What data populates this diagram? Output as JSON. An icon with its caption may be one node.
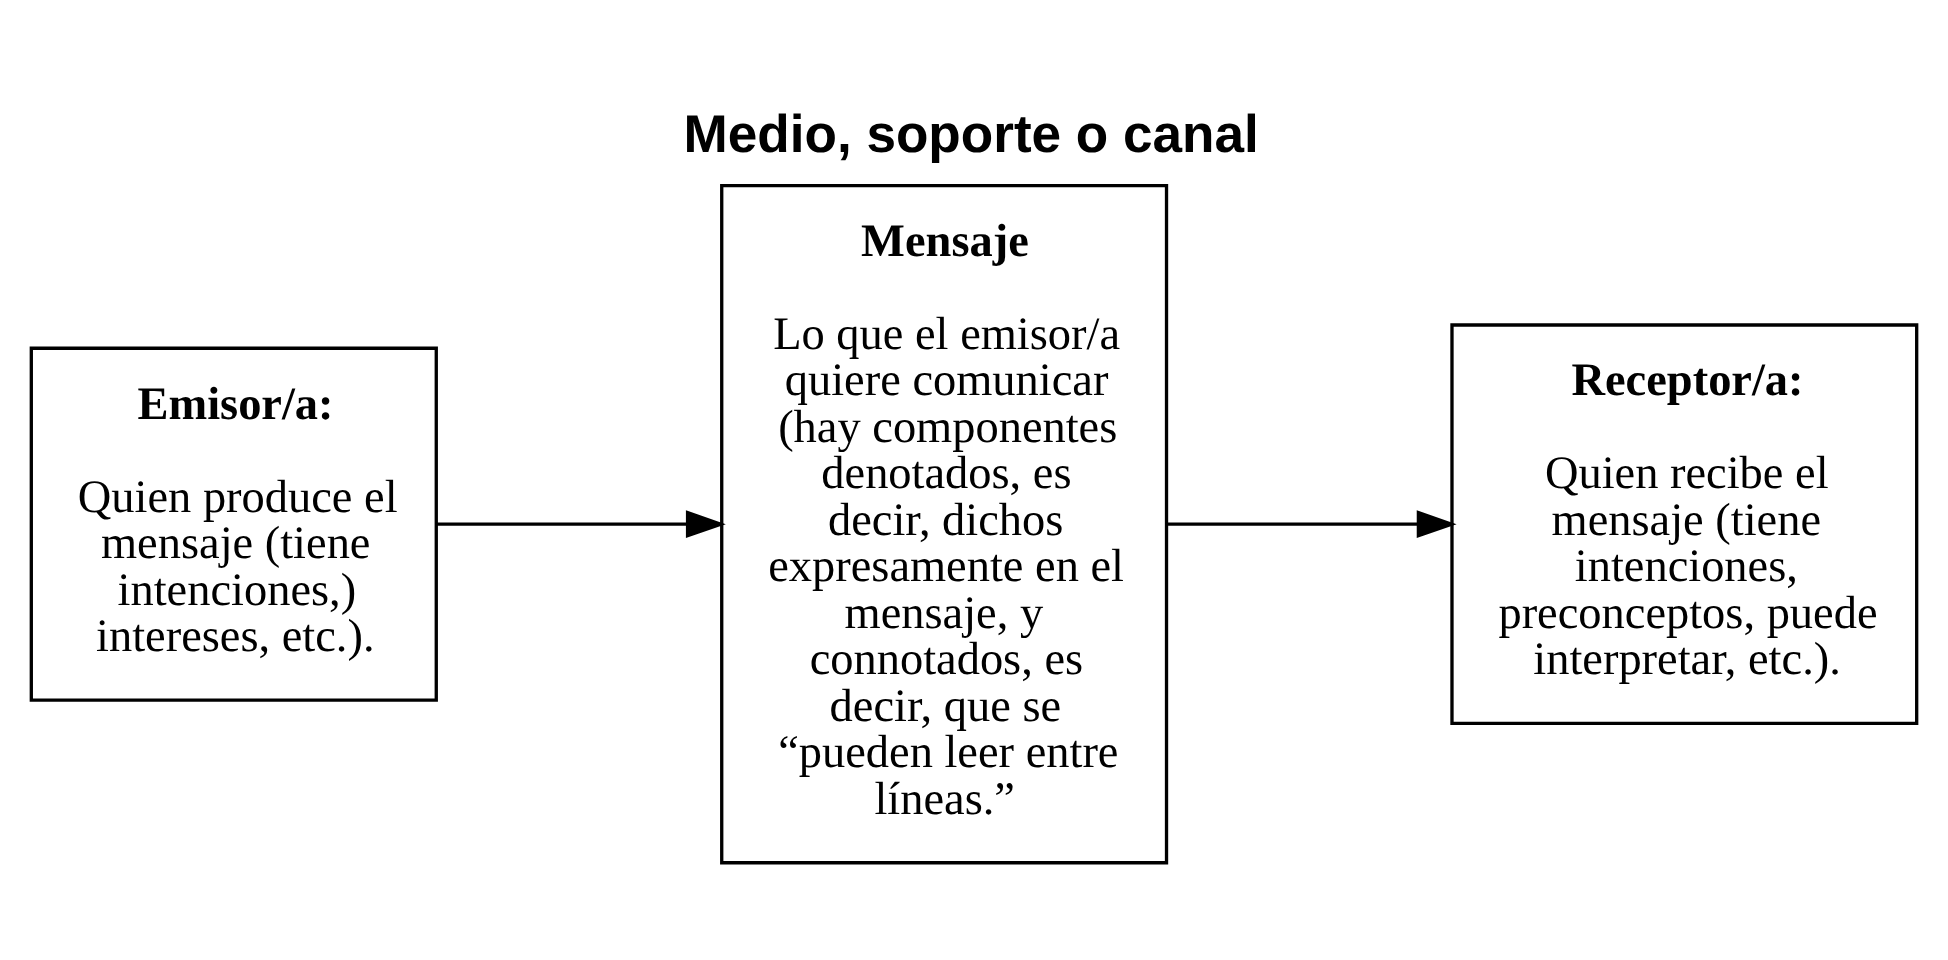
{
  "diagram": {
    "title": "Medio, soporte o canal",
    "nodes": [
      {
        "text": [
          "Emisor/a:",
          "Quien produce el mensaje (tiene intenciones,) intereses, etc.)."
        ]
      },
      {
        "text": [
          "Mensaje",
          "Lo que el emisor/a quiere comunicar (hay componentes denotados, es decir, dichos expresamente en el mensaje, y connotados, es decir, que se “pueden leer entre líneas.”"
        ]
      },
      {
        "text": [
          "Receptor/a:",
          "Quien recibe el mensaje (tiene intenciones, preconceptos, puede interpretar, etc.)."
        ]
      }
    ],
    "edges": [
      {
        "from": 0,
        "to": 1,
        "arrow": "to"
      },
      {
        "from": 1,
        "to": 2,
        "arrow": "to"
      }
    ]
  }
}
